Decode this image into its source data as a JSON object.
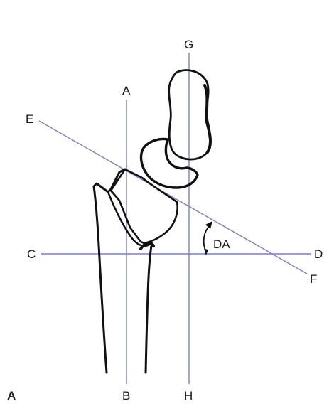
{
  "figure": {
    "panel_label": "A",
    "line_labels": {
      "a": "A",
      "b": "B",
      "c": "C",
      "d": "D",
      "e": "E",
      "f": "F",
      "g": "G",
      "h": "H"
    },
    "angle_label": "DA",
    "colors": {
      "reference_line": "#7a7fc0",
      "bone_outline": "#111111",
      "text": "#1a1a1a"
    }
  }
}
